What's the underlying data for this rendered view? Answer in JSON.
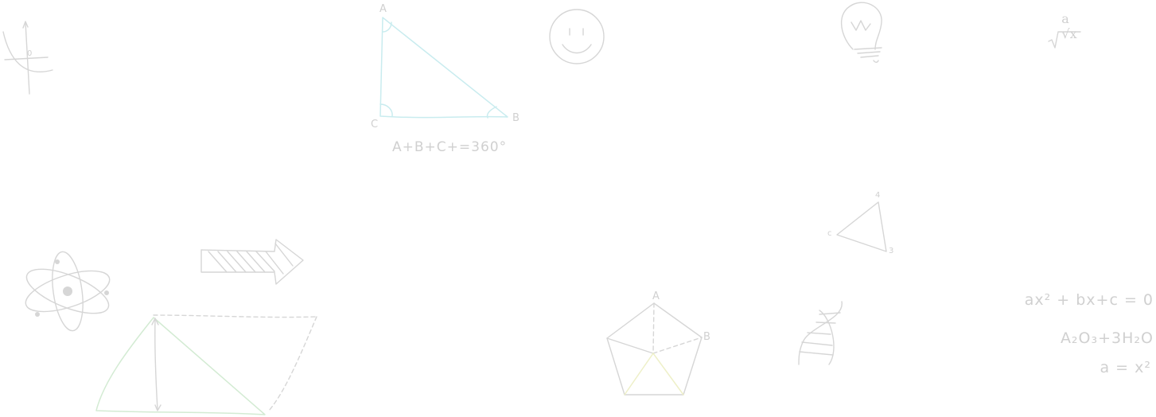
{
  "background": "#ffffff",
  "ink_color": "#d6d6d6",
  "accent_colors": {
    "cyan": "#c9ecef",
    "green": "#d3ebd3",
    "yellow": "#eef0c8"
  },
  "triangle_abc": {
    "a": "A",
    "b": "B",
    "c": "C",
    "equation": "A+B+C+=360°"
  },
  "small_triangle": {
    "top": "4",
    "left": "c",
    "right": "3"
  },
  "pentagon": {
    "a": "A",
    "b": "B"
  },
  "fraction": {
    "numerator": "a",
    "denominator": "√x"
  },
  "equations": {
    "quadratic": "ax² + bx+c = 0",
    "chemical": "A₂O₃+3H₂O",
    "power": "a = x²"
  },
  "graph": {
    "origin": "0"
  },
  "icons": [
    "graph-icon",
    "triangle-icon",
    "smiley-icon",
    "lightbulb-icon",
    "fraction-icon",
    "atom-icon",
    "arrow-icon",
    "parallelogram-icon",
    "pentagon-icon",
    "dna-icon",
    "small-triangle-icon"
  ]
}
